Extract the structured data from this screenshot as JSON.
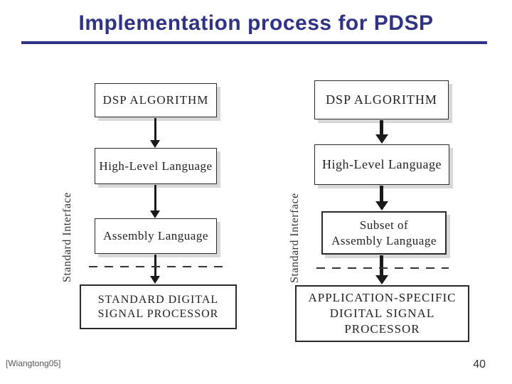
{
  "slide": {
    "title": "Implementation process for PDSP",
    "footer": {
      "citation": "[Wiangtong05]",
      "page_number": "40"
    }
  },
  "colors": {
    "title_and_rule": "#303384",
    "box_border": "#2b2b2b",
    "diagram_text": "#222222",
    "box_shadow": "#d8d8d8",
    "arrow": "#1a1a1a",
    "background": "#ffffff"
  },
  "left_diagram": {
    "interface_label": "Standard Interface",
    "boxes": {
      "algorithm": "DSP ALGORITHM",
      "high_level": "High-Level Language",
      "assembly": "Assembly Language",
      "processor": "STANDARD DIGITAL\nSIGNAL PROCESSOR"
    }
  },
  "right_diagram": {
    "interface_label": "Standard Interface",
    "boxes": {
      "algorithm": "DSP ALGORITHM",
      "high_level": "High-Level Language",
      "assembly": "Subset of\nAssembly Language",
      "processor": "APPLICATION-SPECIFIC\nDIGITAL SIGNAL\nPROCESSOR"
    }
  }
}
